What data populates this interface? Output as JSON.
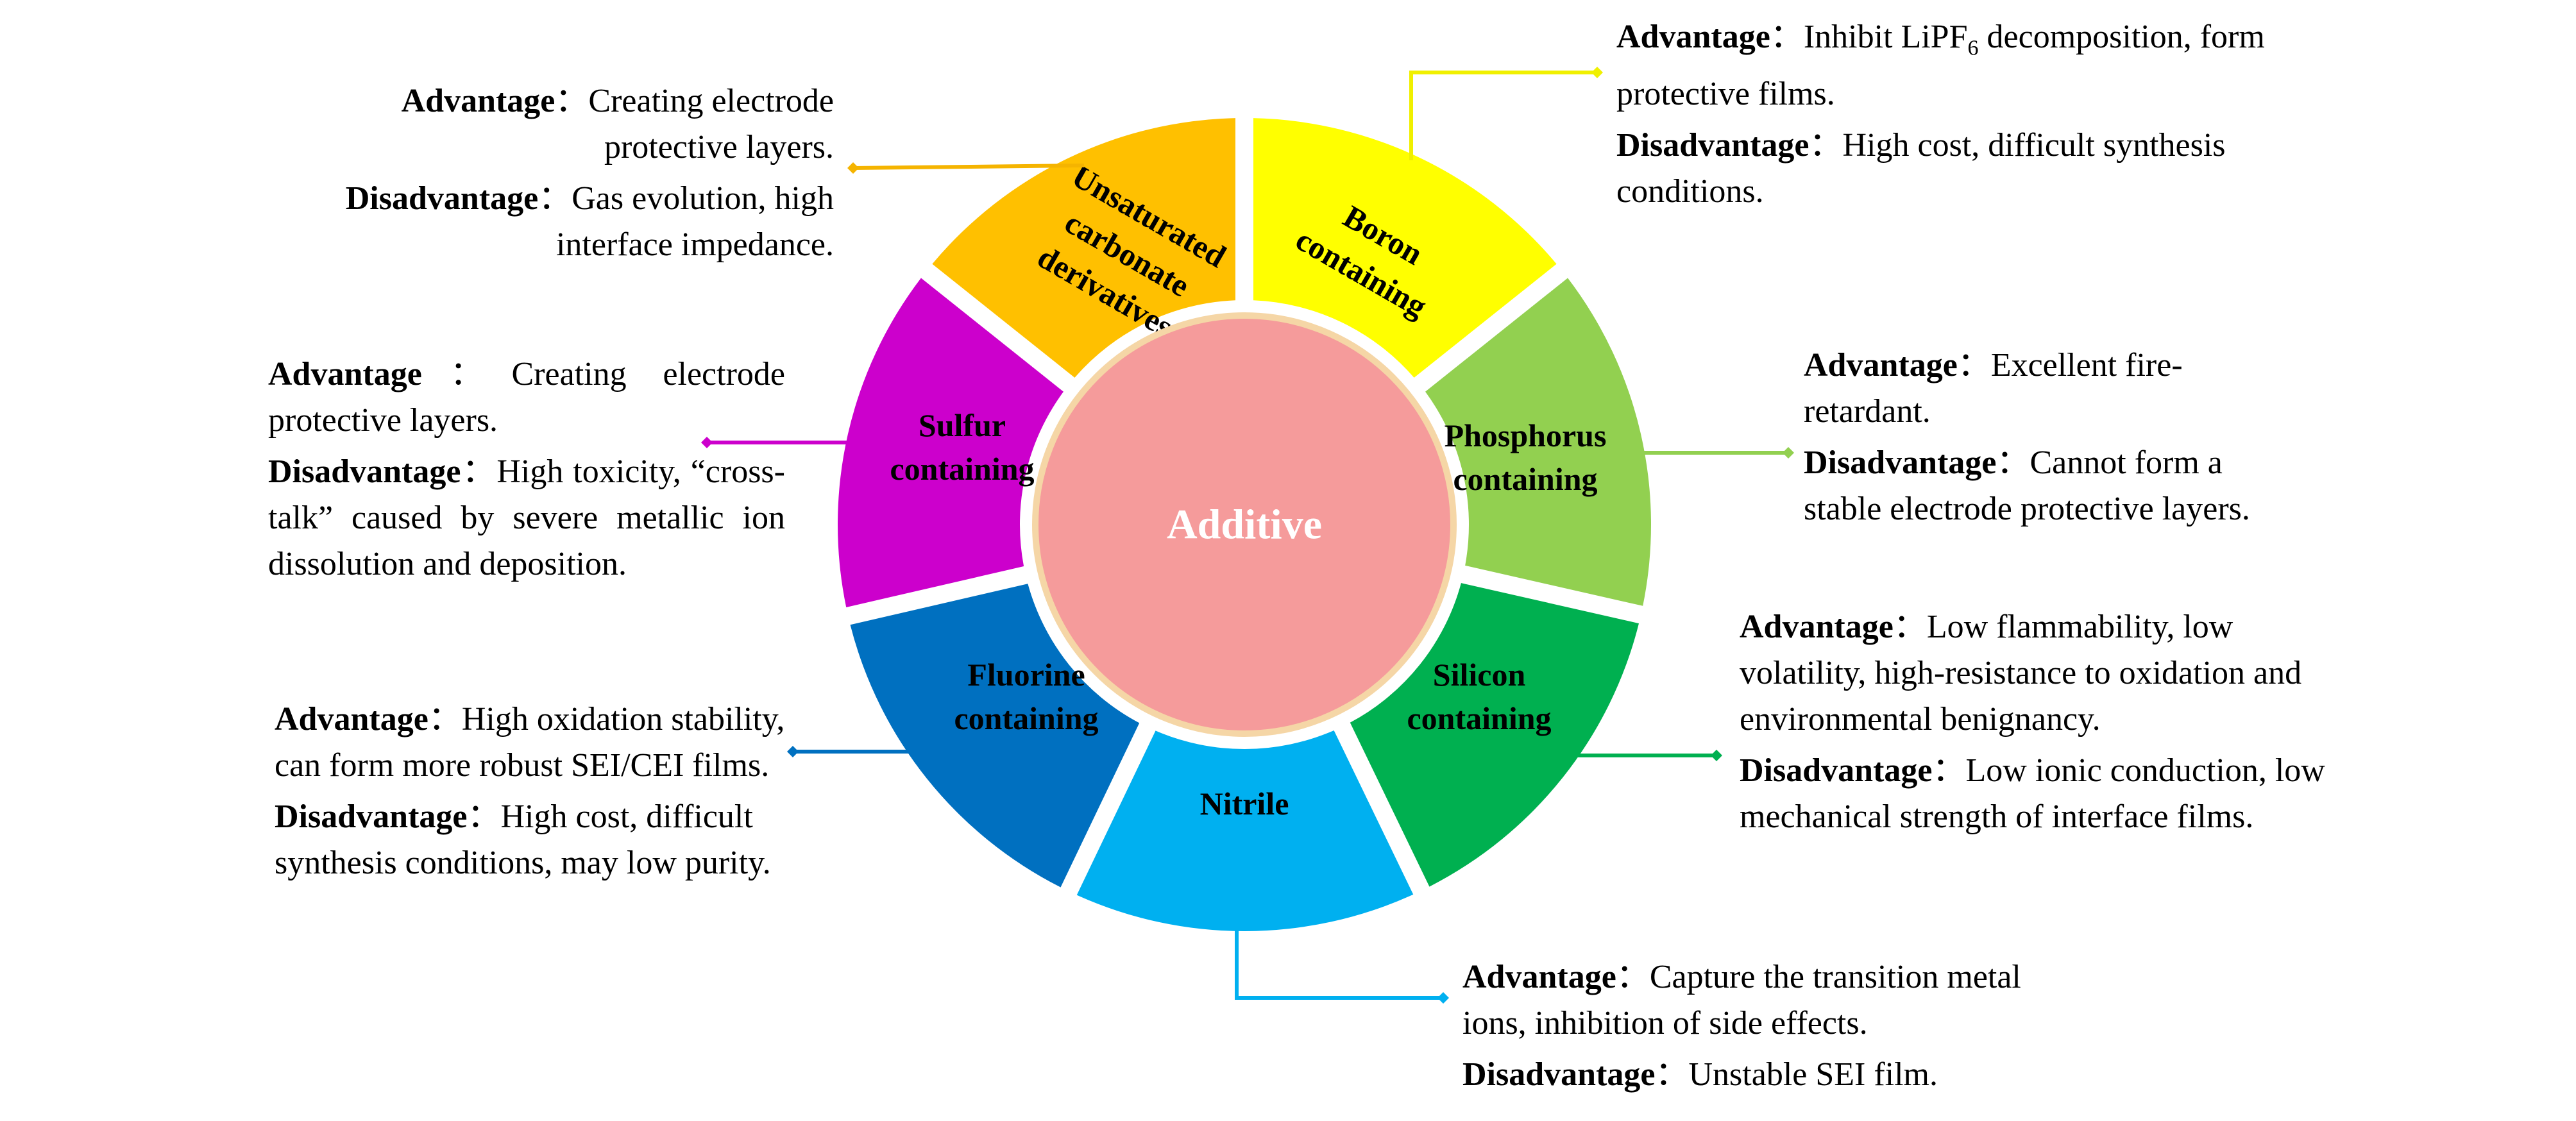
{
  "center": {
    "label": "Additive",
    "color": "#f59b9b",
    "ring_color": "#f5d6a6"
  },
  "separator": "：",
  "segments": [
    {
      "id": "unsaturated",
      "lines": [
        "Unsaturated",
        "carbonate",
        "derivatives"
      ],
      "color": "#ffc000",
      "line_color": "#f5b400"
    },
    {
      "id": "boron",
      "lines": [
        "Boron",
        "containing"
      ],
      "color": "#ffff00",
      "line_color": "#f0f000"
    },
    {
      "id": "phosphorus",
      "lines": [
        "Phosphorus",
        "containing"
      ],
      "color": "#92d050",
      "line_color": "#92d050"
    },
    {
      "id": "silicon",
      "lines": [
        "Silicon",
        "containing"
      ],
      "color": "#00b050",
      "line_color": "#00b050"
    },
    {
      "id": "nitrile",
      "lines": [
        "Nitrile"
      ],
      "color": "#00b0f0",
      "line_color": "#00b0f0"
    },
    {
      "id": "fluorine",
      "lines": [
        "Fluorine",
        "containing"
      ],
      "color": "#0070c0",
      "line_color": "#0070c0"
    },
    {
      "id": "sulfur",
      "lines": [
        "Sulfur",
        "containing"
      ],
      "color": "#cc00cc",
      "line_color": "#cc00cc"
    }
  ],
  "info": {
    "unsaturated": {
      "adv_label": "Advantage",
      "adv": "Creating electrode protective layers.",
      "dis_label": "Disadvantage",
      "dis": "Gas evolution, high interface impedance."
    },
    "boron": {
      "adv_label": "Advantage",
      "adv_pre": "Inhibit LiPF",
      "adv_sub": "6",
      "adv_post": " decomposition, form protective films.",
      "dis_label": "Disadvantage",
      "dis": "High cost, difficult synthesis conditions."
    },
    "phosphorus": {
      "adv_label": "Advantage",
      "adv": "Excellent fire-retardant.",
      "dis_label": "Disadvantage",
      "dis": "Cannot form a stable electrode protective layers."
    },
    "silicon": {
      "adv_label": "Advantage",
      "adv": "Low flammability, low volatility, high-resistance to oxidation and environmental benignancy.",
      "dis_label": "Disadvantage",
      "dis": "Low ionic conduction, low mechanical strength of interface films."
    },
    "nitrile": {
      "adv_label": "Advantage",
      "adv": "Capture the transition metal ions, inhibition of side effects.",
      "dis_label": "Disadvantage",
      "dis": "Unstable SEI film."
    },
    "fluorine": {
      "adv_label": "Advantage",
      "adv": "High oxidation stability, can form more robust SEI/CEI films.",
      "dis_label": "Disadvantage",
      "dis": "High cost, difficult synthesis conditions, may low purity."
    },
    "sulfur": {
      "adv_label": "Advantage",
      "adv": "Creating electrode protective layers.",
      "dis_label": "Disadvantage",
      "dis": "High toxicity, “cross-talk” caused by severe metallic ion dissolution and deposition."
    }
  }
}
